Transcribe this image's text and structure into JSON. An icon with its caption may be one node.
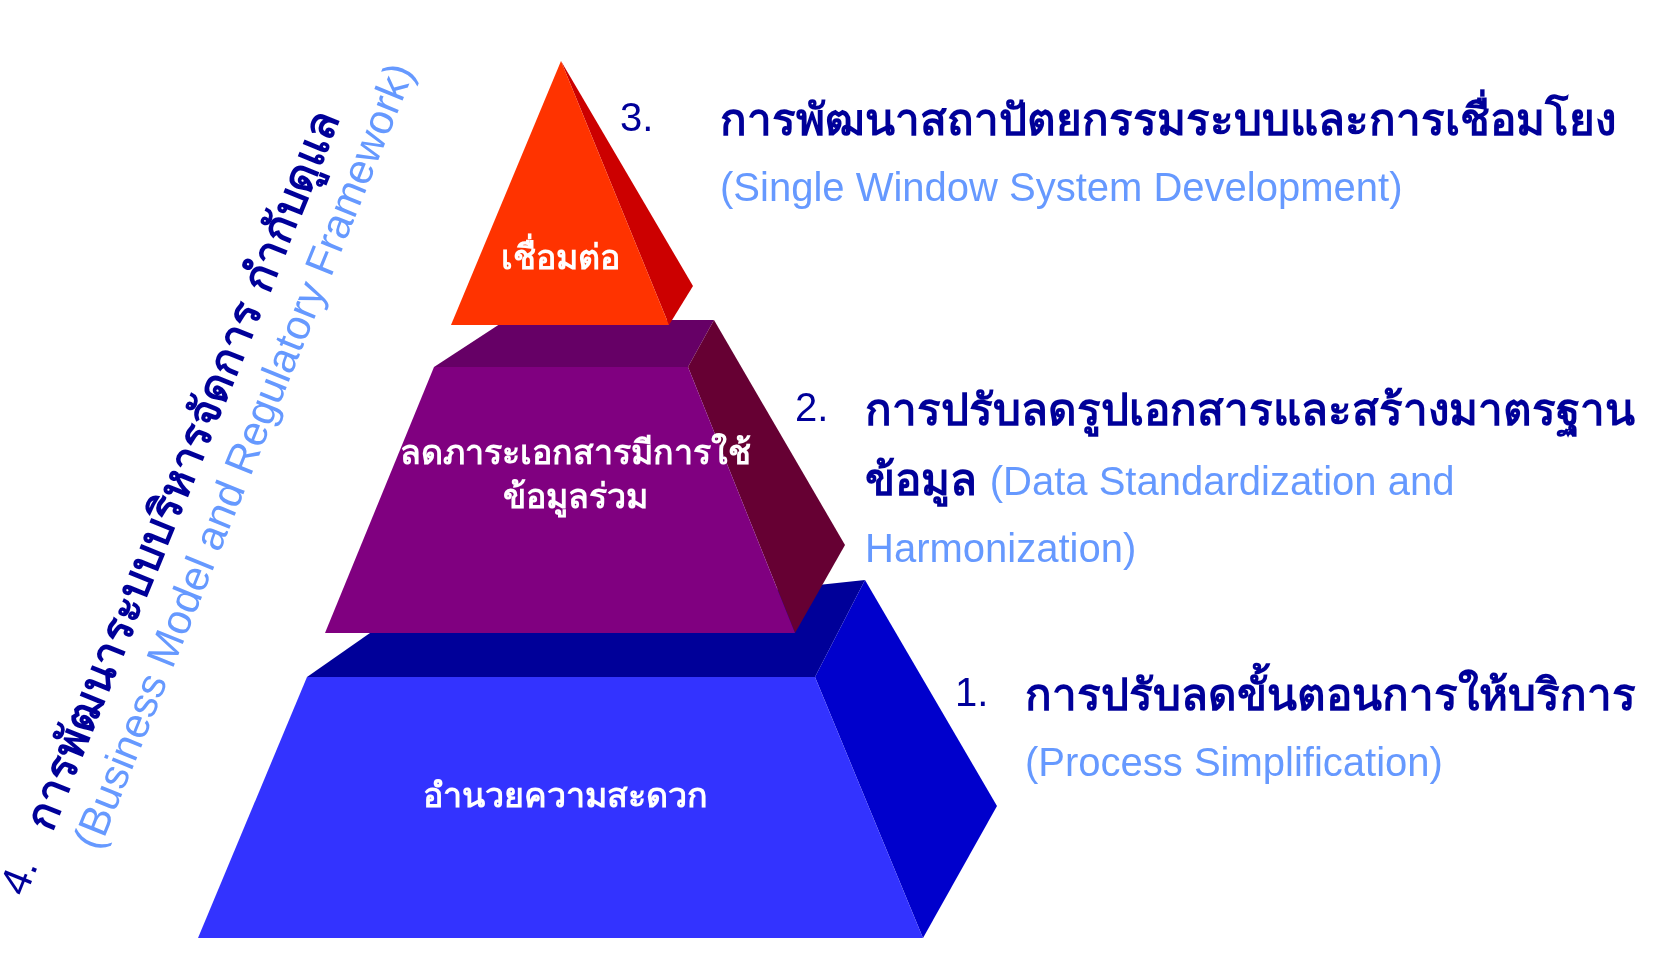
{
  "diagram": {
    "nodes": [
      {
        "text": [
          "เชื่อมต่อ"
        ],
        "beside": [
          "3.",
          "การพัฒนาสถาปัตยกรรมระบบและการเชื่อมโยง",
          "(Single Window System Development)"
        ]
      },
      {
        "text": [
          "ลดภาระเอกสารมีการใช้ข้อมูลร่วม"
        ],
        "beside": [
          "2.",
          "การปรับลดรูปเอกสารและสร้างมาตรฐานข้อมูล",
          "(Data Standardization and Harmonization)"
        ]
      },
      {
        "text": [
          "อำนวยความสะดวก"
        ],
        "beside": [
          "1.",
          "การปรับลดขั้นตอนการให้บริการ",
          "(Process Simplification)"
        ]
      }
    ],
    "labels": [
      "4.",
      "การพัฒนาระบบบริหารจัดการ กำกับดูแล",
      "(Business Model and Regulatory Framework)"
    ]
  }
}
